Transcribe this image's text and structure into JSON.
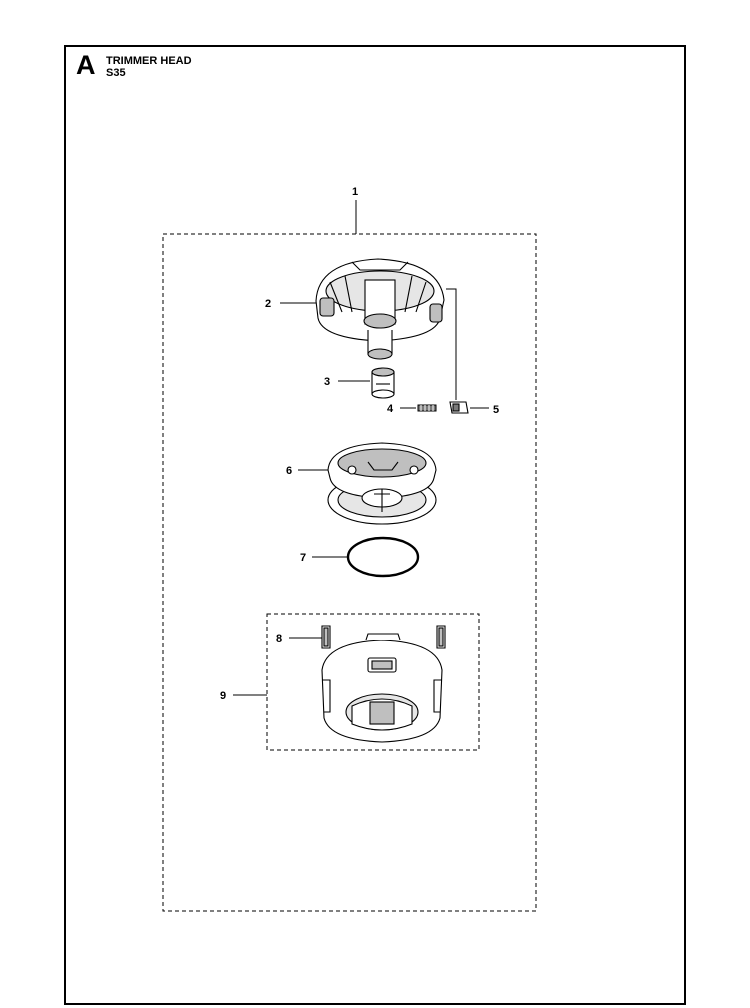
{
  "header": {
    "section_letter": "A",
    "title": "TRIMMER HEAD",
    "model": "S35"
  },
  "callouts": [
    "1",
    "2",
    "3",
    "4",
    "5",
    "6",
    "7",
    "8",
    "9"
  ],
  "colors": {
    "line": "#000000",
    "part_fill": "#ffffff",
    "shade": "#bfbfbf",
    "dark_shade": "#7a7a7a"
  }
}
